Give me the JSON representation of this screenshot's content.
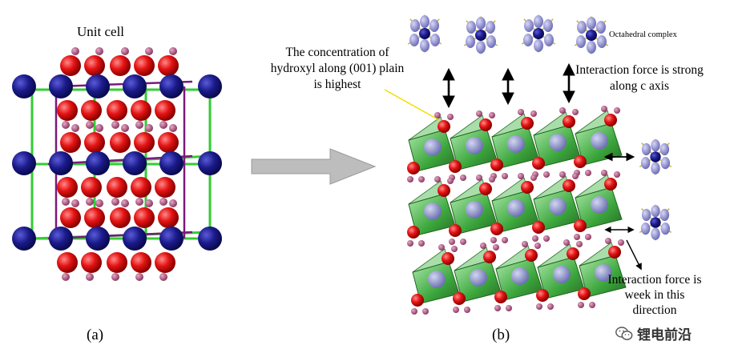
{
  "panel_a": {
    "title": "Unit cell",
    "caption": "(a)"
  },
  "panel_b": {
    "caption": "(b)",
    "annotation_concentration": "The concentration of hydroxyl along (001) plain is highest",
    "annotation_octahedral": "Octahedral complex",
    "annotation_strong": "Interaction force is strong along c axis",
    "annotation_weak": "Interaction force is week in this direction"
  },
  "watermark": {
    "text": "锂电前沿",
    "icon": "wechat-icon"
  },
  "colors": {
    "metal_atom": "#1a1a7e",
    "oxygen_atom": "#e01010",
    "hydrogen_atom": "#b06080",
    "cell_edge": "#33cc33",
    "bond": "#7a1a7a",
    "octahedron": "#2ca02c",
    "arrow_gray": "#b0b0b0",
    "pointer_yellow": "#f0e000"
  }
}
